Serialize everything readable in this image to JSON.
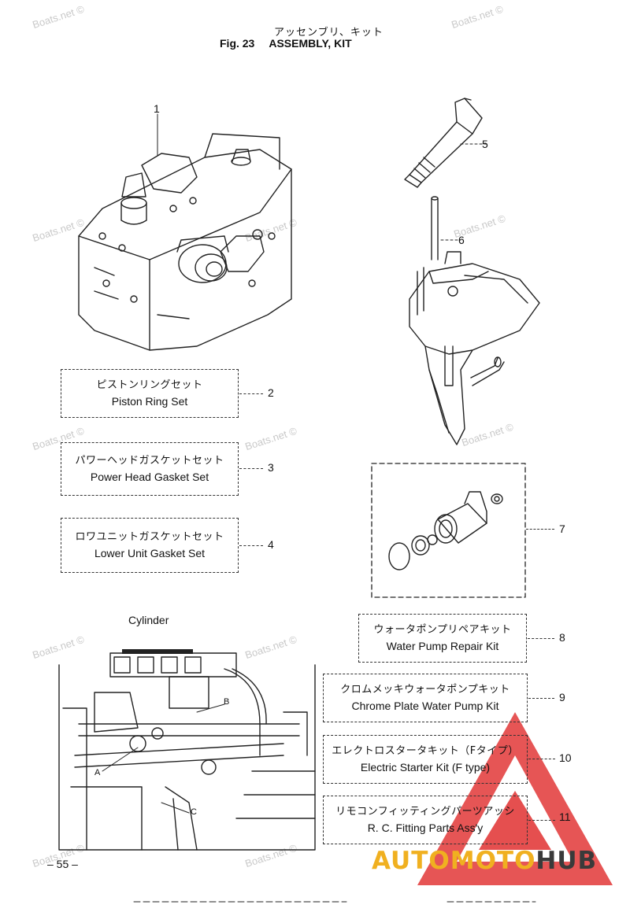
{
  "header": {
    "title_jp": "アッセンブリ、キット",
    "fig_label": "Fig. 23",
    "title_en": "ASSEMBLY, KIT"
  },
  "kits": [
    {
      "jp": "ピストンリングセット",
      "en": "Piston Ring Set",
      "num": "2"
    },
    {
      "jp": "パワーヘッドガスケットセット",
      "en": "Power Head Gasket Set",
      "num": "3"
    },
    {
      "jp": "ロワユニットガスケットセット",
      "en": "Lower Unit Gasket Set",
      "num": "4"
    },
    {
      "jp": "ウォータポンプリペアキット",
      "en": "Water Pump Repair Kit",
      "num": "8"
    },
    {
      "jp": "クロムメッキウォータポンプキット",
      "en": "Chrome Plate Water Pump Kit",
      "num": "9"
    },
    {
      "jp": "エレクトロスタータキット（Fタイプ）",
      "en": "Electric Starter Kit (F type)",
      "num": "10"
    },
    {
      "jp": "リモコンフィッティングパーツアッシ",
      "en": "R. C. Fitting Parts Ass'y",
      "num": "11"
    }
  ],
  "part_numbers": {
    "p1": "1",
    "p5": "5",
    "p6": "6",
    "p7": "7"
  },
  "cylinder": {
    "label": "Cylinder",
    "callouts": {
      "a": "A",
      "b": "B",
      "c": "C"
    }
  },
  "page_number": "– 55 –",
  "watermark": "Boats.net ©",
  "brand": {
    "part1": "AUTO",
    "part2": "MOTO",
    "part3": "HUB",
    "accent_color": "#f0b020",
    "red_color": "#e03030"
  }
}
